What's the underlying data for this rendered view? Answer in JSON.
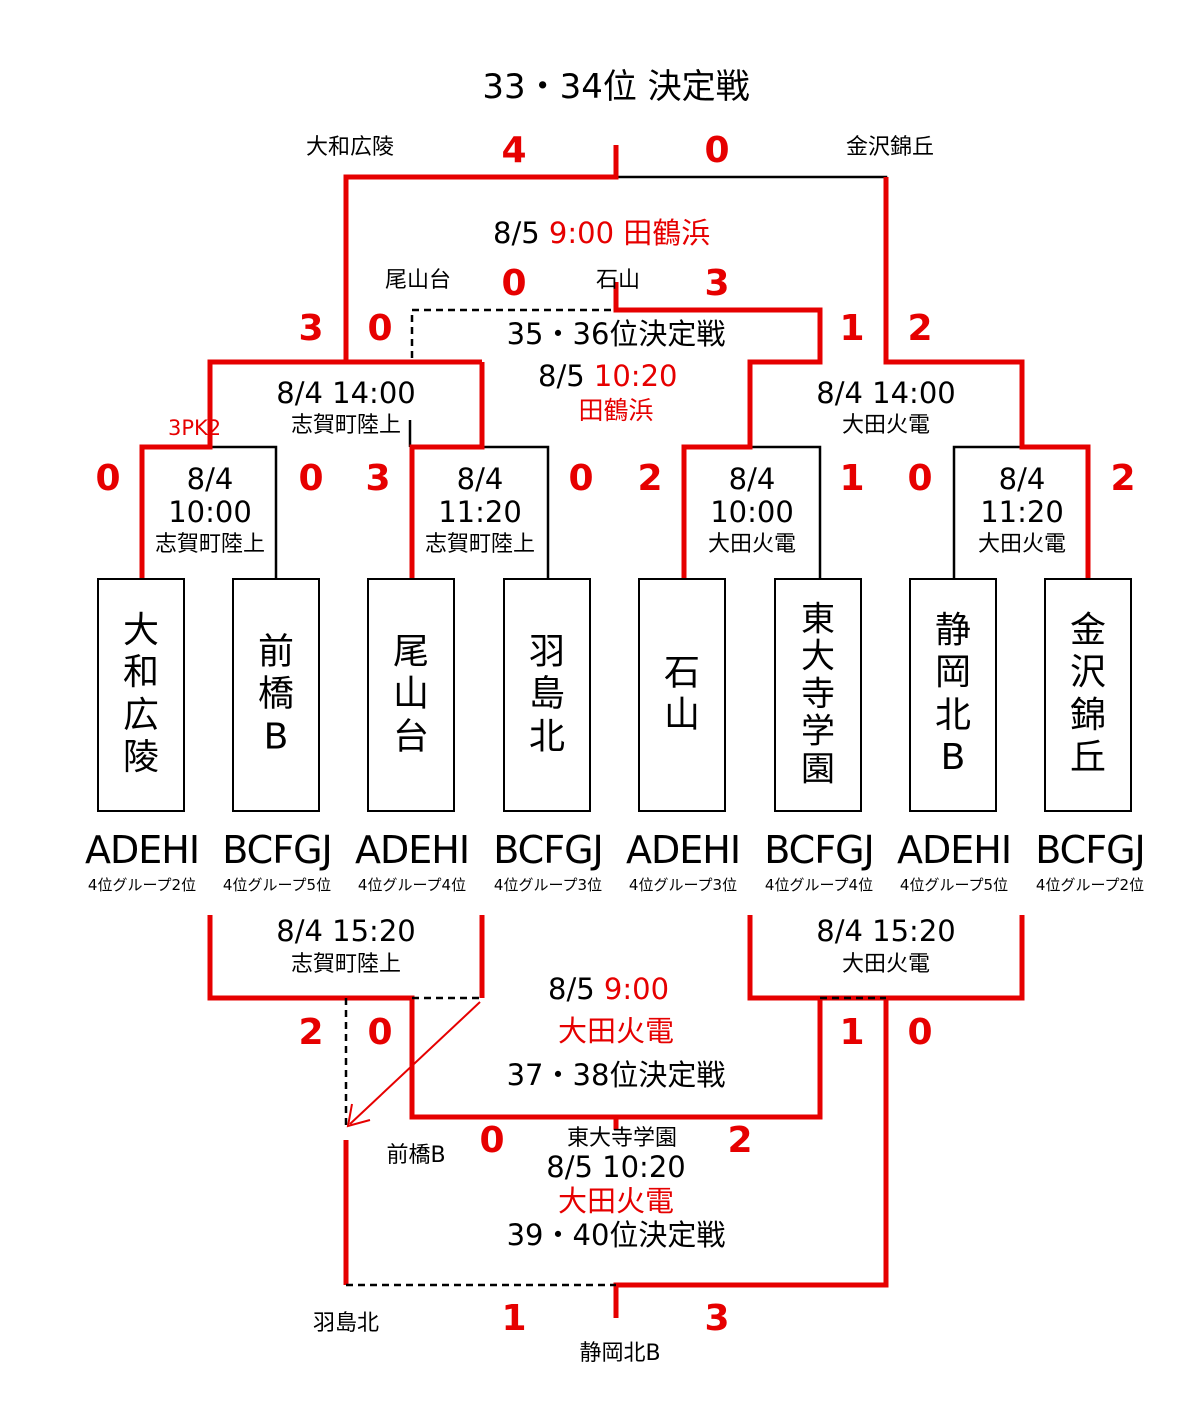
{
  "title": "33・34位  決定戦",
  "final_top": {
    "left_team": "大和広陵",
    "left_score": "4",
    "right_team": "金沢錦丘",
    "right_score": "0",
    "date": "8/5 ",
    "time_venue": "9:00 田鶴浜"
  },
  "match_3536": {
    "left_team": "尾山台",
    "left_score": "0",
    "right_team": "石山",
    "right_score": "3",
    "label": "35・36位決定戦",
    "date": "8/5 ",
    "time": "10:20",
    "venue": "田鶴浜"
  },
  "semis_top": [
    {
      "date": "8/4 14:00",
      "venue": "志賀町陸上",
      "score_left": "3",
      "score_right": "0",
      "pk": "3PK2"
    },
    {
      "date": "8/4 14:00",
      "venue": "大田火電",
      "score_left": "1",
      "score_right": "2"
    }
  ],
  "first_round": [
    {
      "date": "8/4",
      "time": "10:00",
      "venue": "志賀町陸上",
      "score_left": "0",
      "score_right": "0"
    },
    {
      "date": "8/4",
      "time": "11:20",
      "venue": "志賀町陸上",
      "score_left": "3",
      "score_right": "0"
    },
    {
      "date": "8/4",
      "time": "10:00",
      "venue": "大田火電",
      "score_left": "2",
      "score_right": "1"
    },
    {
      "date": "8/4",
      "time": "11:20",
      "venue": "大田火電",
      "score_left": "0",
      "score_right": "2"
    }
  ],
  "teams": [
    {
      "name": "大和広陵",
      "code": "ADEHI",
      "rank": "4位グループ2位"
    },
    {
      "name": "前橋B",
      "code": "BCFGJ",
      "rank": "4位グループ5位"
    },
    {
      "name": "尾山台",
      "code": "ADEHI",
      "rank": "4位グループ4位"
    },
    {
      "name": "羽島北",
      "code": "BCFGJ",
      "rank": "4位グループ3位"
    },
    {
      "name": "石山",
      "code": "ADEHI",
      "rank": "4位グループ3位"
    },
    {
      "name": "東大寺学園",
      "code": "BCFGJ",
      "rank": "4位グループ4位"
    },
    {
      "name": "静岡北B",
      "code": "ADEHI",
      "rank": "4位グループ5位"
    },
    {
      "name": "金沢錦丘",
      "code": "BCFGJ",
      "rank": "4位グループ2位"
    }
  ],
  "losers_semis": [
    {
      "date": "8/4 15:20",
      "venue": "志賀町陸上",
      "score_left": "2",
      "score_right": "0"
    },
    {
      "date": "8/4 15:20",
      "venue": "大田火電",
      "score_left": "1",
      "score_right": "0"
    }
  ],
  "match_3738": {
    "date": "8/5 ",
    "time": "9:00",
    "venue": "大田火電",
    "label": "37・38位決定戦",
    "left_team": "前橋B",
    "left_score": "0",
    "right_team": "東大寺学園",
    "right_score": "2"
  },
  "match_3940": {
    "date": "8/5 10:20",
    "venue": "大田火電",
    "label": "39・40位決定戦",
    "left_team": "羽島北",
    "left_score": "1",
    "right_team": "静岡北B",
    "right_score": "3"
  },
  "colors": {
    "win_line": "#e60000",
    "line": "#000000",
    "accent_text": "#e60000"
  }
}
